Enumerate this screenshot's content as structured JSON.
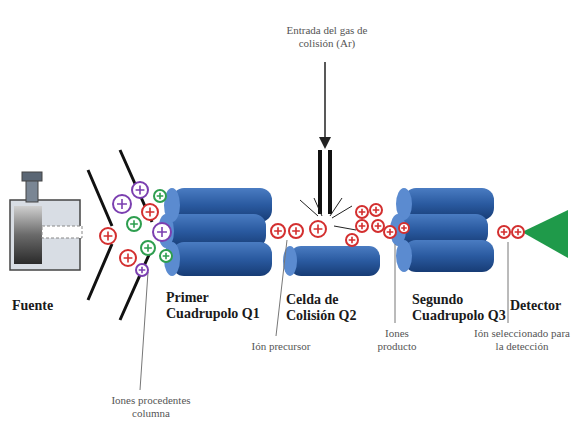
{
  "diagram": {
    "labels": [
      "Entrada del gas de colisión (Ar)",
      "Fuente",
      "Primer Cuadrupolo Q1",
      "Celda de Colisión Q2",
      "Segundo Cuadrupolo Q3",
      "Detector",
      "Iones procedentes columna",
      "Ión precursor",
      "Iones producto",
      "Ión seleccionado para la detección"
    ]
  }
}
